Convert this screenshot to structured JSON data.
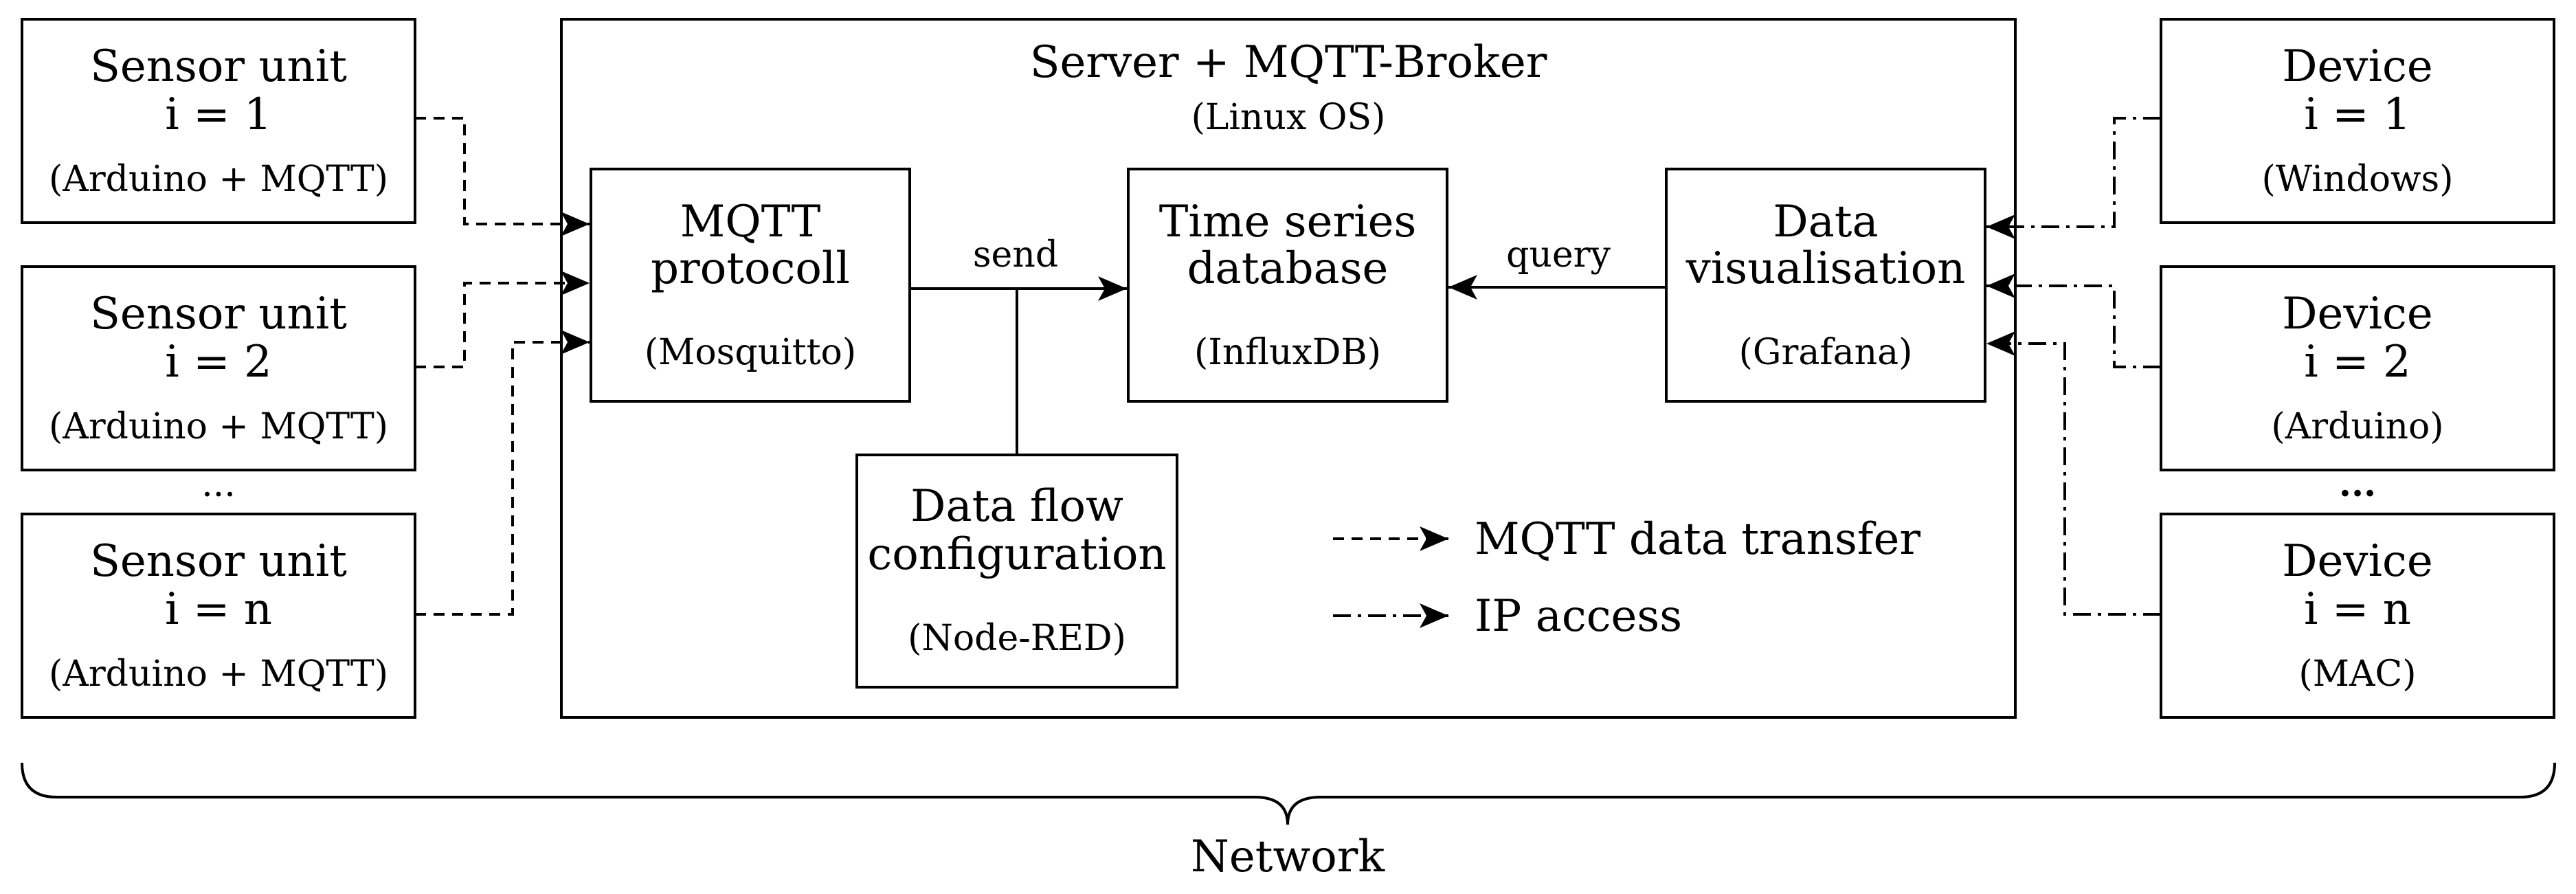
{
  "sensors": [
    {
      "title": "Sensor unit",
      "index": "i = 1",
      "platform": "(Arduino + MQTT)"
    },
    {
      "title": "Sensor unit",
      "index": "i = 2",
      "platform": "(Arduino + MQTT)"
    },
    {
      "title": "Sensor unit",
      "index": "i = n",
      "platform": "(Arduino + MQTT)"
    }
  ],
  "sensors_ellipsis": "...",
  "devices": [
    {
      "title": "Device",
      "index": "i = 1",
      "platform": "(Windows)"
    },
    {
      "title": "Device",
      "index": "i = 2",
      "platform": "(Arduino)"
    },
    {
      "title": "Device",
      "index": "i = n",
      "platform": "(MAC)"
    }
  ],
  "devices_ellipsis": "...",
  "server": {
    "title": "Server + MQTT-Broker",
    "subtitle": "(Linux OS)"
  },
  "mqtt": {
    "line1": "MQTT",
    "line2": "protocoll",
    "sub": "(Mosquitto)"
  },
  "tsdb": {
    "line1": "Time series",
    "line2": "database",
    "sub": "(InfluxDB)"
  },
  "vis": {
    "line1": "Data",
    "line2": "visualisation",
    "sub": "(Grafana)"
  },
  "flow": {
    "line1": "Data flow",
    "line2": "configuration",
    "sub": "(Node-RED)"
  },
  "edges": {
    "send": "send",
    "query": "query"
  },
  "legend": {
    "mqtt": "MQTT data transfer",
    "ip": "IP access"
  },
  "network": "Network"
}
